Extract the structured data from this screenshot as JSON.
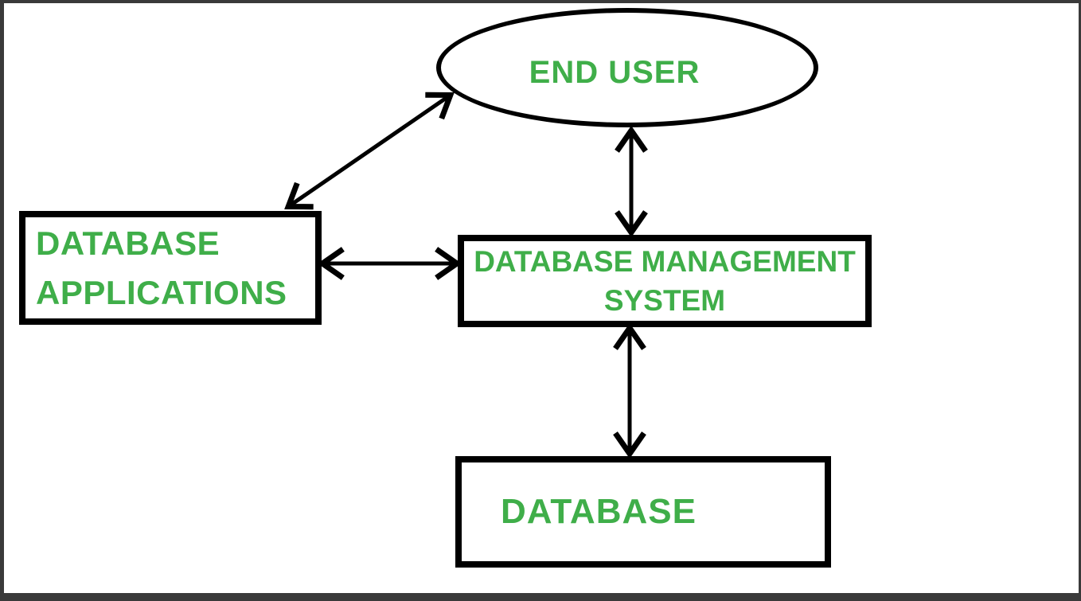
{
  "diagram": {
    "type": "flowchart",
    "description": "Database system architecture diagram",
    "nodes": {
      "end_user": {
        "label": "END USER",
        "shape": "ellipse"
      },
      "database_applications": {
        "label": "DATABASE APPLICATIONS",
        "shape": "rectangle"
      },
      "dbms": {
        "label": "DATABASE MANAGEMENT SYSTEM",
        "shape": "rectangle"
      },
      "database": {
        "label": "DATABASE",
        "shape": "rectangle"
      }
    },
    "edges": [
      {
        "from": "END USER",
        "to": "DATABASE APPLICATIONS",
        "direction": "bidirectional"
      },
      {
        "from": "END USER",
        "to": "DATABASE MANAGEMENT SYSTEM",
        "direction": "bidirectional"
      },
      {
        "from": "DATABASE APPLICATIONS",
        "to": "DATABASE MANAGEMENT SYSTEM",
        "direction": "bidirectional"
      },
      {
        "from": "DATABASE MANAGEMENT SYSTEM",
        "to": "DATABASE",
        "direction": "bidirectional"
      }
    ],
    "colors": {
      "label_text": "#3fae49",
      "node_border": "#000000",
      "arrow": "#000000",
      "canvas_background": "#ffffff",
      "frame_border": "#3a3a3a"
    }
  }
}
